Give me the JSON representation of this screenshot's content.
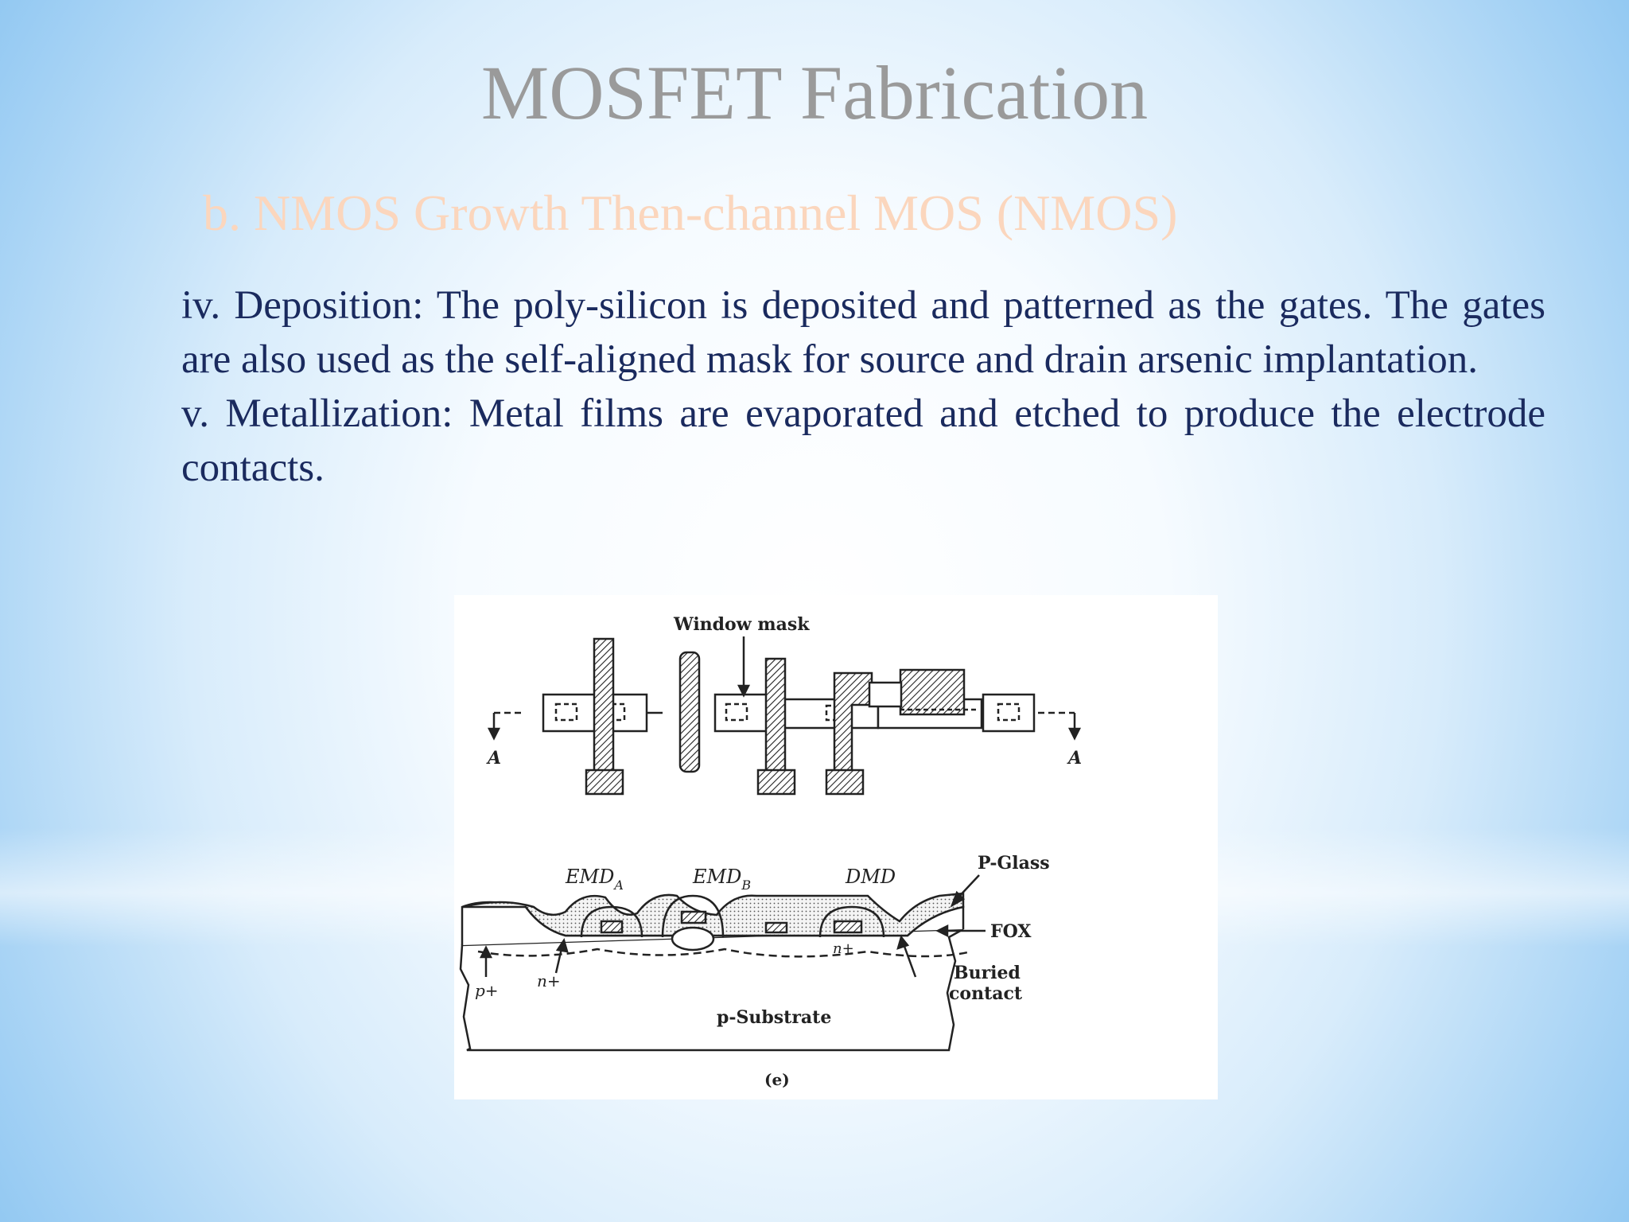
{
  "slide": {
    "title": "MOSFET Fabrication",
    "subtitle": "b. NMOS Growth Then-channel MOS (NMOS)",
    "paragraphs": [
      "iv. Deposition: The poly-silicon is deposited and patterned as the gates. The gates are also used as the self-aligned mask for source and drain arsenic implantation.",
      "v. Metallization: Metal films are evaporated and etched to produce the electrode contacts."
    ]
  },
  "figure": {
    "window_mask": "Window mask",
    "section_left": "A",
    "section_right": "A",
    "emd_a": "EMD",
    "emd_a_sub": "A",
    "emd_b": "EMD",
    "emd_b_sub": "B",
    "dmd": "DMD",
    "p_glass": "P-Glass",
    "fox": "FOX",
    "n_plus_center": "n+",
    "p_plus": "p+",
    "n_plus_left": "n+",
    "buried_contact_line1": "Buried",
    "buried_contact_line2": "contact",
    "p_substrate": "p-Substrate",
    "caption": "(e)"
  },
  "colors": {
    "title": "#9a9a9a",
    "subtitle": "#fbd6bd",
    "body_text": "#1a2a5e"
  }
}
